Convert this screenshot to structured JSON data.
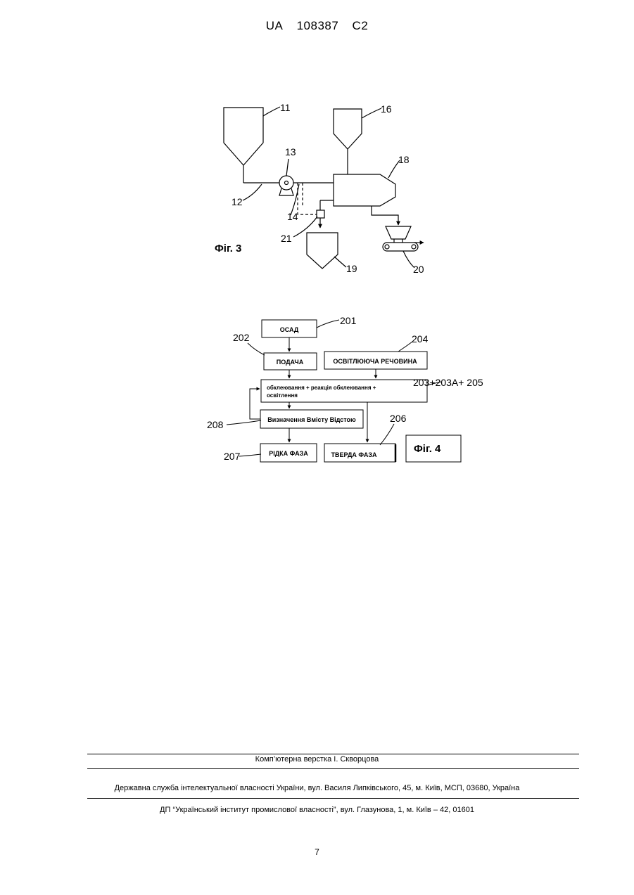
{
  "header": {
    "country": "UA",
    "patent_number": "108387",
    "kind_code": "C2"
  },
  "figure3": {
    "caption": "Фіг. 3",
    "labels": [
      "11",
      "12",
      "13",
      "14",
      "16",
      "18",
      "19",
      "20",
      "21"
    ]
  },
  "figure4": {
    "caption": "Фіг. 4",
    "boxes": {
      "osad": "ОСАД",
      "podacha": "ПОДАЧА",
      "reagent": "ОСВІТЛЮЮЧА РЕЧОВИНА",
      "process_line1": "обклеювання + реакція обклеювання +",
      "process_line2": "освітлення",
      "measure": "Визначення Вмісту Відстою",
      "liquid": "РІДКА ФАЗА",
      "solid": "ТВЕРДА ФАЗА"
    },
    "labels": {
      "l201": "201",
      "l202": "202",
      "l204": "204",
      "l203": "203+203А+ 205",
      "l208": "208",
      "l206": "206",
      "l207": "207"
    }
  },
  "footer": {
    "layout_credit": "Комп’ютерна верстка І. Скворцова",
    "agency": "Державна служба інтелектуальної власності України, вул. Василя Липківського, 45, м. Київ, МСП, 03680, Україна",
    "institute": "ДП “Український інститут промислової власності”, вул. Глазунова, 1, м. Київ – 42, 01601"
  },
  "page_number": "7"
}
